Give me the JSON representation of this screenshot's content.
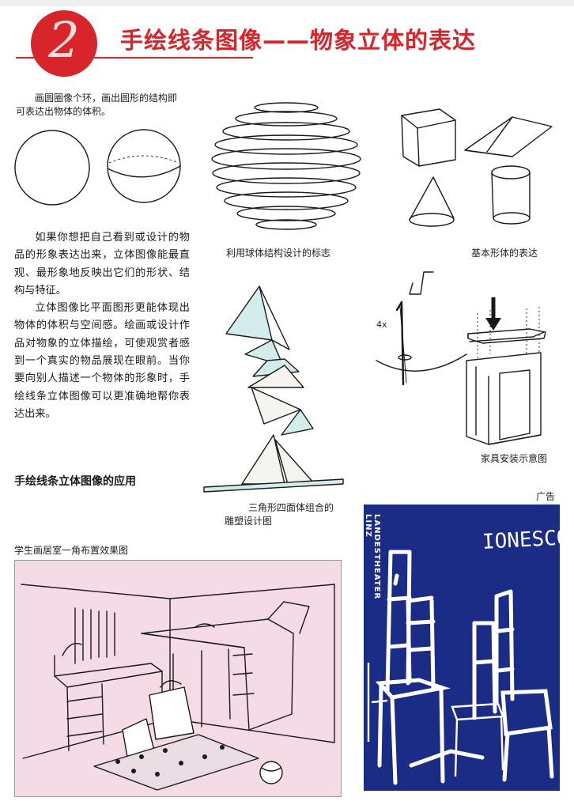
{
  "chapter": {
    "number": "2",
    "title": "手绘线条图像——物象立体的表达"
  },
  "captions": {
    "circle_note": "画圆圈像个环，画出圆形的结构即可表达出物体的体积。",
    "sphere_logo": "利用球体结构设计的标志",
    "basic_forms": "基本形体的表达",
    "furniture": "家具安装示意图",
    "sculpture_line1": "三角形四面体组合的",
    "sculpture_line2": "雕塑设计图",
    "ad": "广告",
    "room": "学生画居室一角布置效果图",
    "screw_count": "4x"
  },
  "body": {
    "p1": "如果你想把自己看到或设计的物品的形象表达出来，立体图像能最直观、最形象地反映出它们的形状、结构与特征。",
    "p2": "立体图像比平面图形更能体现出物体的体积与空间感。绘画或设计作品对物象的立体描绘，可使观赏者感到一个真实的物品展现在眼前。当你要向别人描述一个物体的形象时，手绘线条立体图像可以更准确地帮你表达出来。"
  },
  "section_heading": "手绘线条立体图像的应用",
  "poster": {
    "vertical_text": "LANDESTHEATER LINZ",
    "title": "IONESCO"
  },
  "colors": {
    "accent_red": "#d8252c",
    "poster_blue": "#1b2c86",
    "room_pink": "#f4dbe6",
    "tint_blue": "#d3ecec"
  }
}
